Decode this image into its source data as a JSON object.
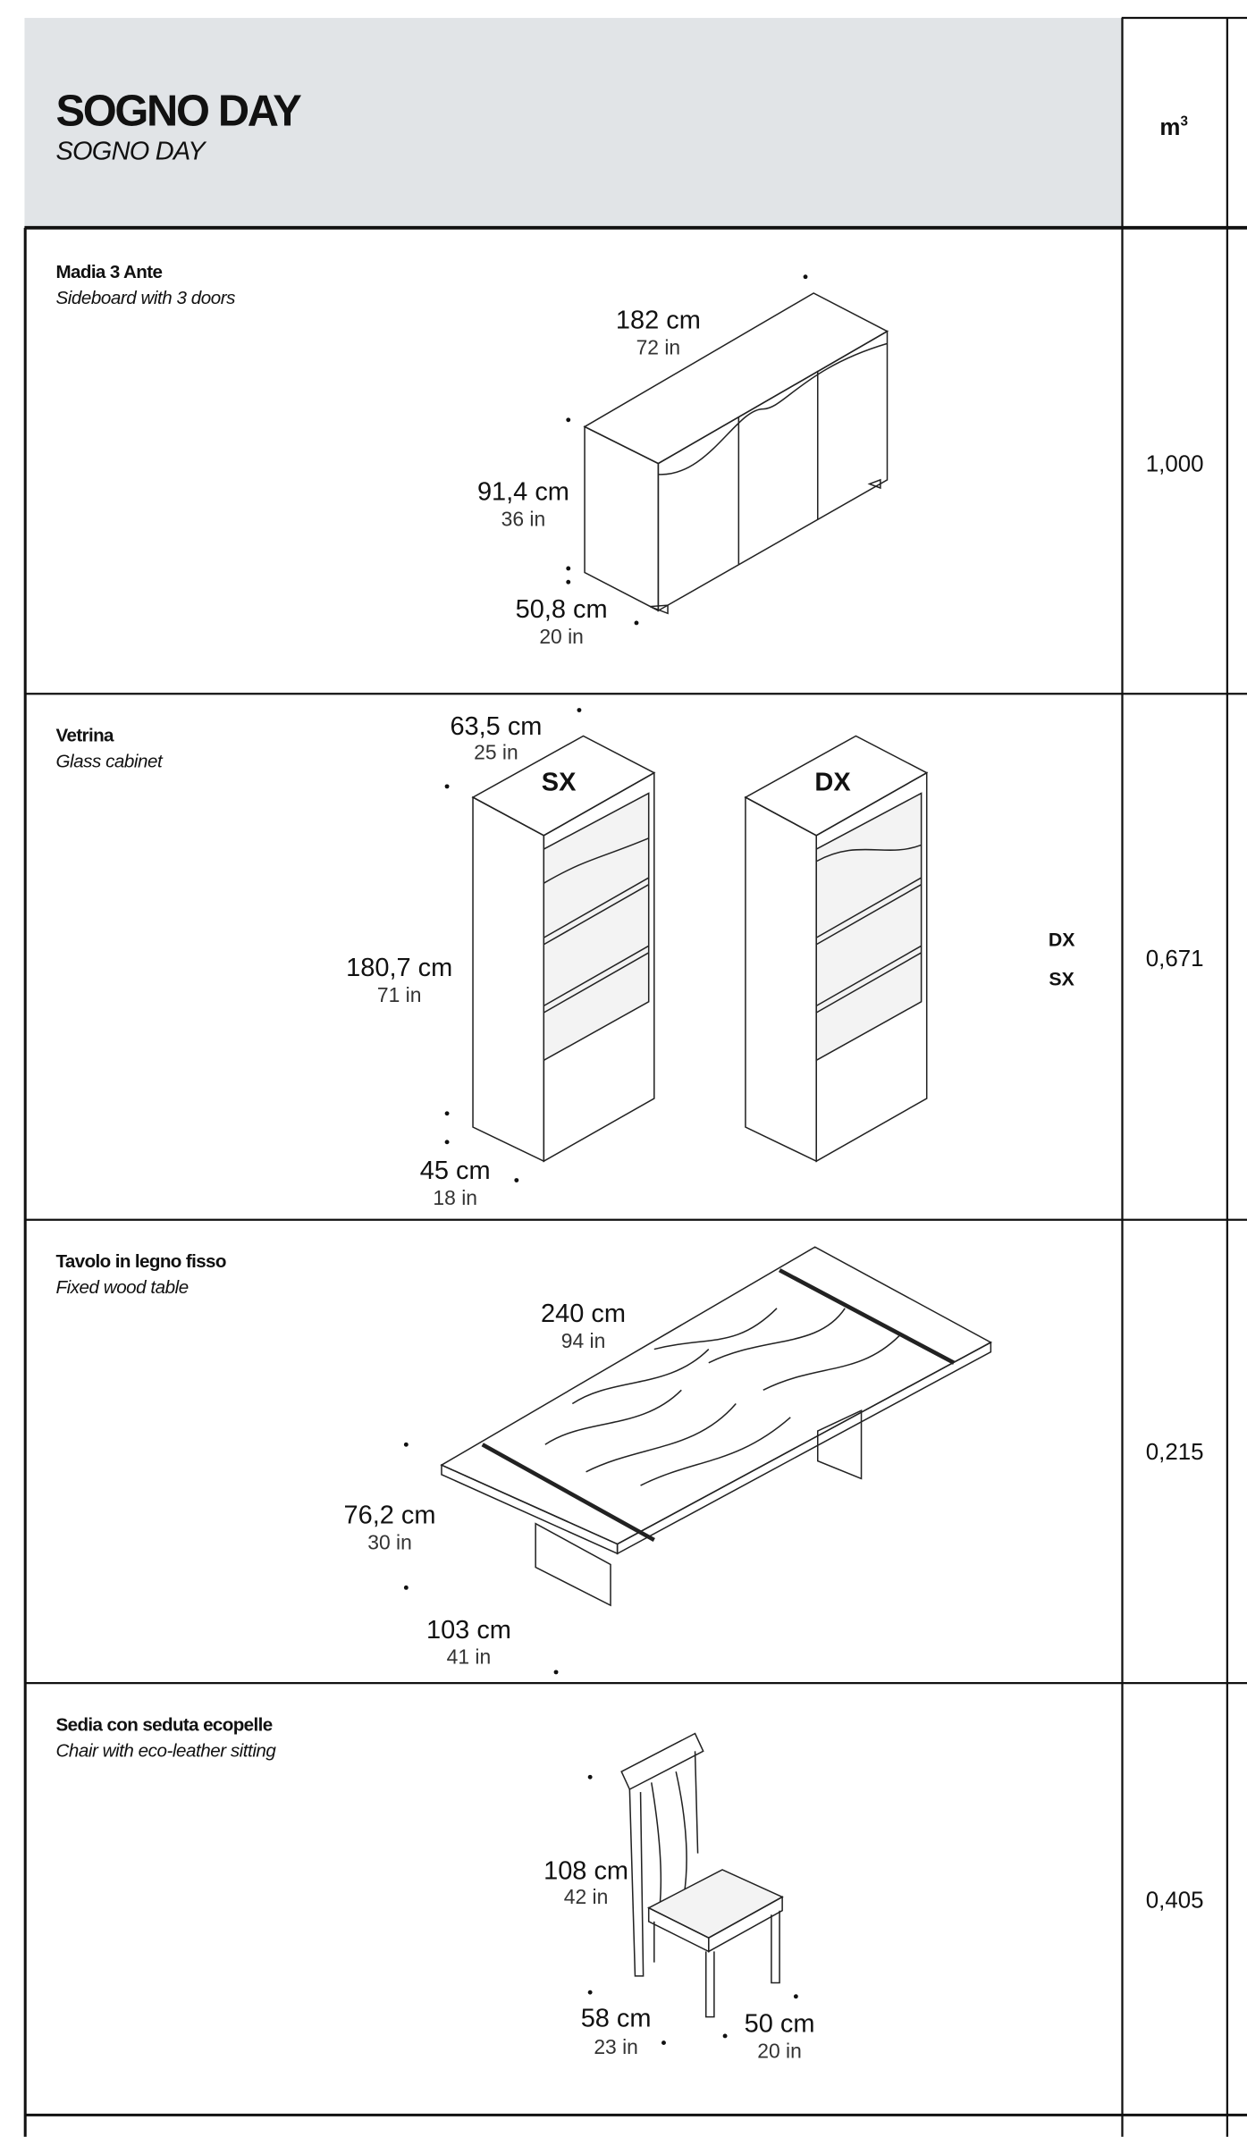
{
  "header": {
    "title": "SOGNO DAY",
    "subtitle": "SOGNO DAY",
    "volume_unit": "m",
    "volume_unit_exp": "3"
  },
  "colors": {
    "header_bg": "#e1e4e7",
    "lines": "#111111"
  },
  "products": [
    {
      "name": "Madia 3 Ante",
      "description": "Sideboard with 3 doors",
      "volume": "1,000",
      "dims": [
        {
          "cm": "182 cm",
          "in": "72 in"
        },
        {
          "cm": "91,4 cm",
          "in": "36 in"
        },
        {
          "cm": "50,8 cm",
          "in": "20 in"
        }
      ]
    },
    {
      "name": "Vetrina",
      "description": "Glass cabinet",
      "volume": "0,671",
      "dims": [
        {
          "cm": "63,5 cm",
          "in": "25 in"
        },
        {
          "cm": "180,7 cm",
          "in": "71 in"
        },
        {
          "cm": "45 cm",
          "in": "18 in"
        }
      ],
      "variants_drawn": [
        "SX",
        "DX"
      ],
      "variants_list": [
        "DX",
        "SX"
      ]
    },
    {
      "name": "Tavolo in legno fisso",
      "description": "Fixed wood table",
      "volume": "0,215",
      "dims": [
        {
          "cm": "240 cm",
          "in": "94 in"
        },
        {
          "cm": "76,2 cm",
          "in": "30 in"
        },
        {
          "cm": "103 cm",
          "in": "41 in"
        }
      ]
    },
    {
      "name": "Sedia con seduta ecopelle",
      "description": "Chair with eco-leather sitting",
      "volume": "0,405",
      "dims": [
        {
          "cm": "108 cm",
          "in": "42 in"
        },
        {
          "cm": "58 cm",
          "in": "23 in"
        },
        {
          "cm": "50 cm",
          "in": "20 in"
        }
      ]
    }
  ]
}
